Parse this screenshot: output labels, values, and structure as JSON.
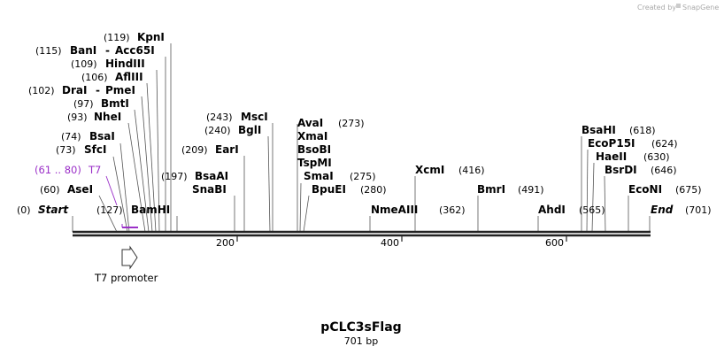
{
  "credit": {
    "prefix": "Created by",
    "brand": "SnapGene"
  },
  "plasmid": {
    "name": "pCLC3sFlag",
    "length_label": "701 bp",
    "length": 701
  },
  "ends": {
    "start": {
      "pos": "(0)",
      "label": "Start"
    },
    "end": {
      "pos": "(701)",
      "label": "End"
    }
  },
  "sites": [
    {
      "pos_label": "(119)",
      "name": "KpnI"
    },
    {
      "pos_label": "(115)",
      "name": "BanI",
      "name2": "Acc65I"
    },
    {
      "pos_label": "(109)",
      "name": "HindIII"
    },
    {
      "pos_label": "(106)",
      "name": "AflIII"
    },
    {
      "pos_label": "(102)",
      "name": "DraI",
      "name2": "PmeI"
    },
    {
      "pos_label": "(97)",
      "name": "BmtI"
    },
    {
      "pos_label": "(93)",
      "name": "NheI"
    },
    {
      "pos_label": "(74)",
      "name": "BsaI"
    },
    {
      "pos_label": "(73)",
      "name": "SfcI"
    },
    {
      "pos_label": "(60)",
      "name": "AseI"
    },
    {
      "pos_label": "(127)",
      "name": "BamHI"
    },
    {
      "pos_label": "(197)",
      "name": "BsaAI",
      "name2": "SnaBI"
    },
    {
      "pos_label": "(209)",
      "name": "EarI"
    },
    {
      "pos_label": "(240)",
      "name": "BglI"
    },
    {
      "pos_label": "(243)",
      "name": "MscI"
    },
    {
      "pos_label": "(273)",
      "names": [
        "AvaI",
        "XmaI",
        "BsoBI",
        "TspMI"
      ]
    },
    {
      "pos_label": "(275)",
      "name": "SmaI"
    },
    {
      "pos_label": "(280)",
      "name": "BpuEI"
    },
    {
      "pos_label": "(362)",
      "name": "NmeAIII"
    },
    {
      "pos_label": "(416)",
      "name": "XcmI"
    },
    {
      "pos_label": "(491)",
      "name": "BmrI"
    },
    {
      "pos_label": "(565)",
      "name": "AhdI"
    },
    {
      "pos_label": "(618)",
      "name": "BsaHI"
    },
    {
      "pos_label": "(624)",
      "name": "EcoP15I"
    },
    {
      "pos_label": "(630)",
      "name": "HaeII"
    },
    {
      "pos_label": "(646)",
      "name": "BsrDI"
    },
    {
      "pos_label": "(675)",
      "name": "EcoNI"
    }
  ],
  "primer": {
    "range_label": "(61 .. 80)",
    "name": "T7",
    "color": "#9b30c8"
  },
  "feature": {
    "name": "T7 promoter",
    "direction": "forward"
  },
  "ruler_ticks": [
    "200",
    "400",
    "600"
  ]
}
